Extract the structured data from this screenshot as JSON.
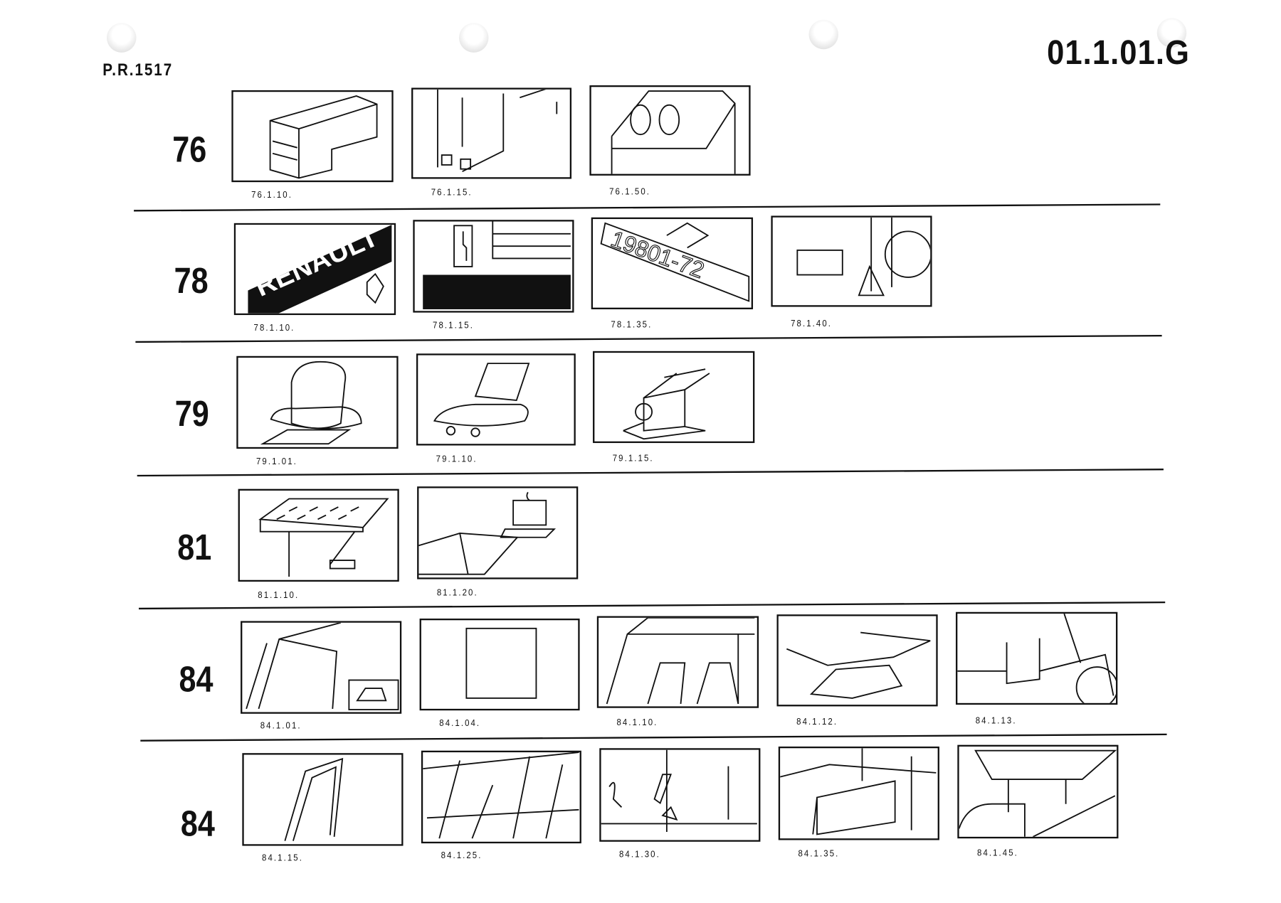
{
  "header": {
    "reference": "P.R.1517",
    "page_code": "01.1.01.G"
  },
  "rows": [
    {
      "number": "76",
      "items": [
        {
          "code": "76.1.10."
        },
        {
          "code": "76.1.15."
        },
        {
          "code": "76.1.50."
        }
      ]
    },
    {
      "number": "78",
      "items": [
        {
          "code": "78.1.10.",
          "text": "RENAULT"
        },
        {
          "code": "78.1.15."
        },
        {
          "code": "78.1.35.",
          "text": "19801-72"
        },
        {
          "code": "78.1.40."
        }
      ]
    },
    {
      "number": "79",
      "items": [
        {
          "code": "79.1.01."
        },
        {
          "code": "79.1.10."
        },
        {
          "code": "79.1.15."
        }
      ]
    },
    {
      "number": "81",
      "items": [
        {
          "code": "81.1.10."
        },
        {
          "code": "81.1.20."
        }
      ]
    },
    {
      "number": "84",
      "items": [
        {
          "code": "84.1.01."
        },
        {
          "code": "84.1.04."
        },
        {
          "code": "84.1.10."
        },
        {
          "code": "84.1.12."
        },
        {
          "code": "84.1.13."
        }
      ]
    },
    {
      "number": "84",
      "items": [
        {
          "code": "84.1.15."
        },
        {
          "code": "84.1.25."
        },
        {
          "code": "84.1.30."
        },
        {
          "code": "84.1.35."
        },
        {
          "code": "84.1.45."
        }
      ]
    }
  ]
}
